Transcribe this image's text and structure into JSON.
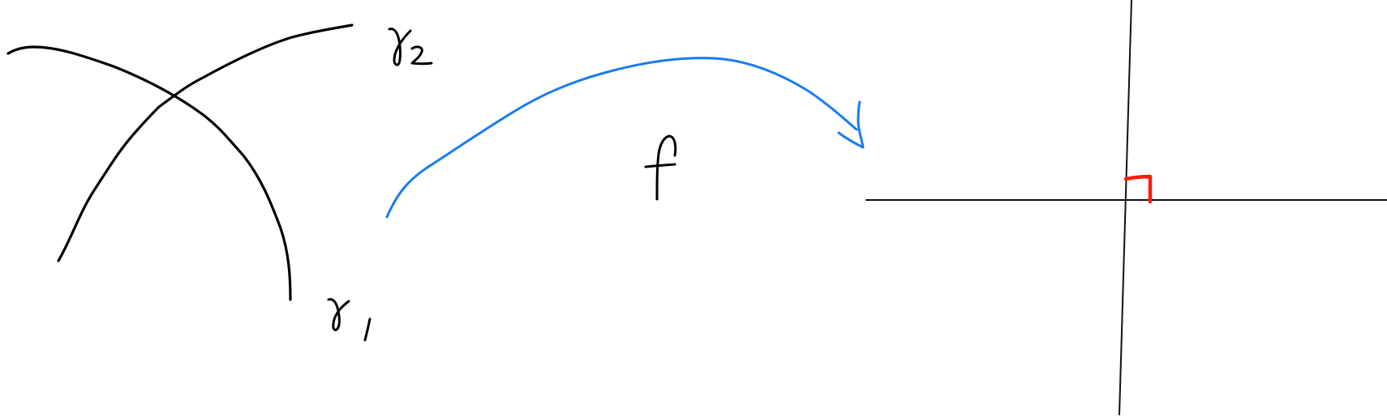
{
  "diagram": {
    "curve_labels": [
      "γ2",
      "γ1"
    ],
    "map_label": "f"
  },
  "colors": {
    "curves": "#000000",
    "arrow": "#1a7cf0",
    "axes": "#111111",
    "right_angle_marker": "#ff1a0a",
    "background": "#ffffff"
  },
  "icons": {
    "arrow": "curved-arrow-icon",
    "right_angle": "right-angle-marker-icon"
  }
}
